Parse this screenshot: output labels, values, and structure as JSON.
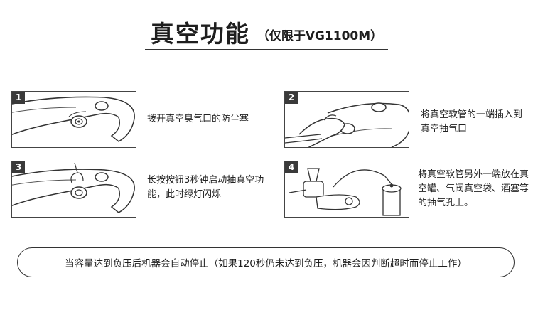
{
  "header": {
    "title": "真空功能",
    "subtitle": "（仅限于VG1100M）"
  },
  "steps": [
    {
      "number": "1",
      "text": "拨开真空臭气口的防尘塞"
    },
    {
      "number": "2",
      "text": "将真空软管的一端插入到真空抽气口"
    },
    {
      "number": "3",
      "text": "长按按钮3秒钟启动抽真空功能，此时绿灯闪烁"
    },
    {
      "number": "4",
      "text": "将真空软管另外一端放在真空罐、气阀真空袋、酒塞等的抽气孔上。"
    }
  ],
  "note": {
    "text": "当容量达到负压后机器会自动停止（如果120秒仍未达到负压，机器会因判断超时而停止工作）"
  }
}
